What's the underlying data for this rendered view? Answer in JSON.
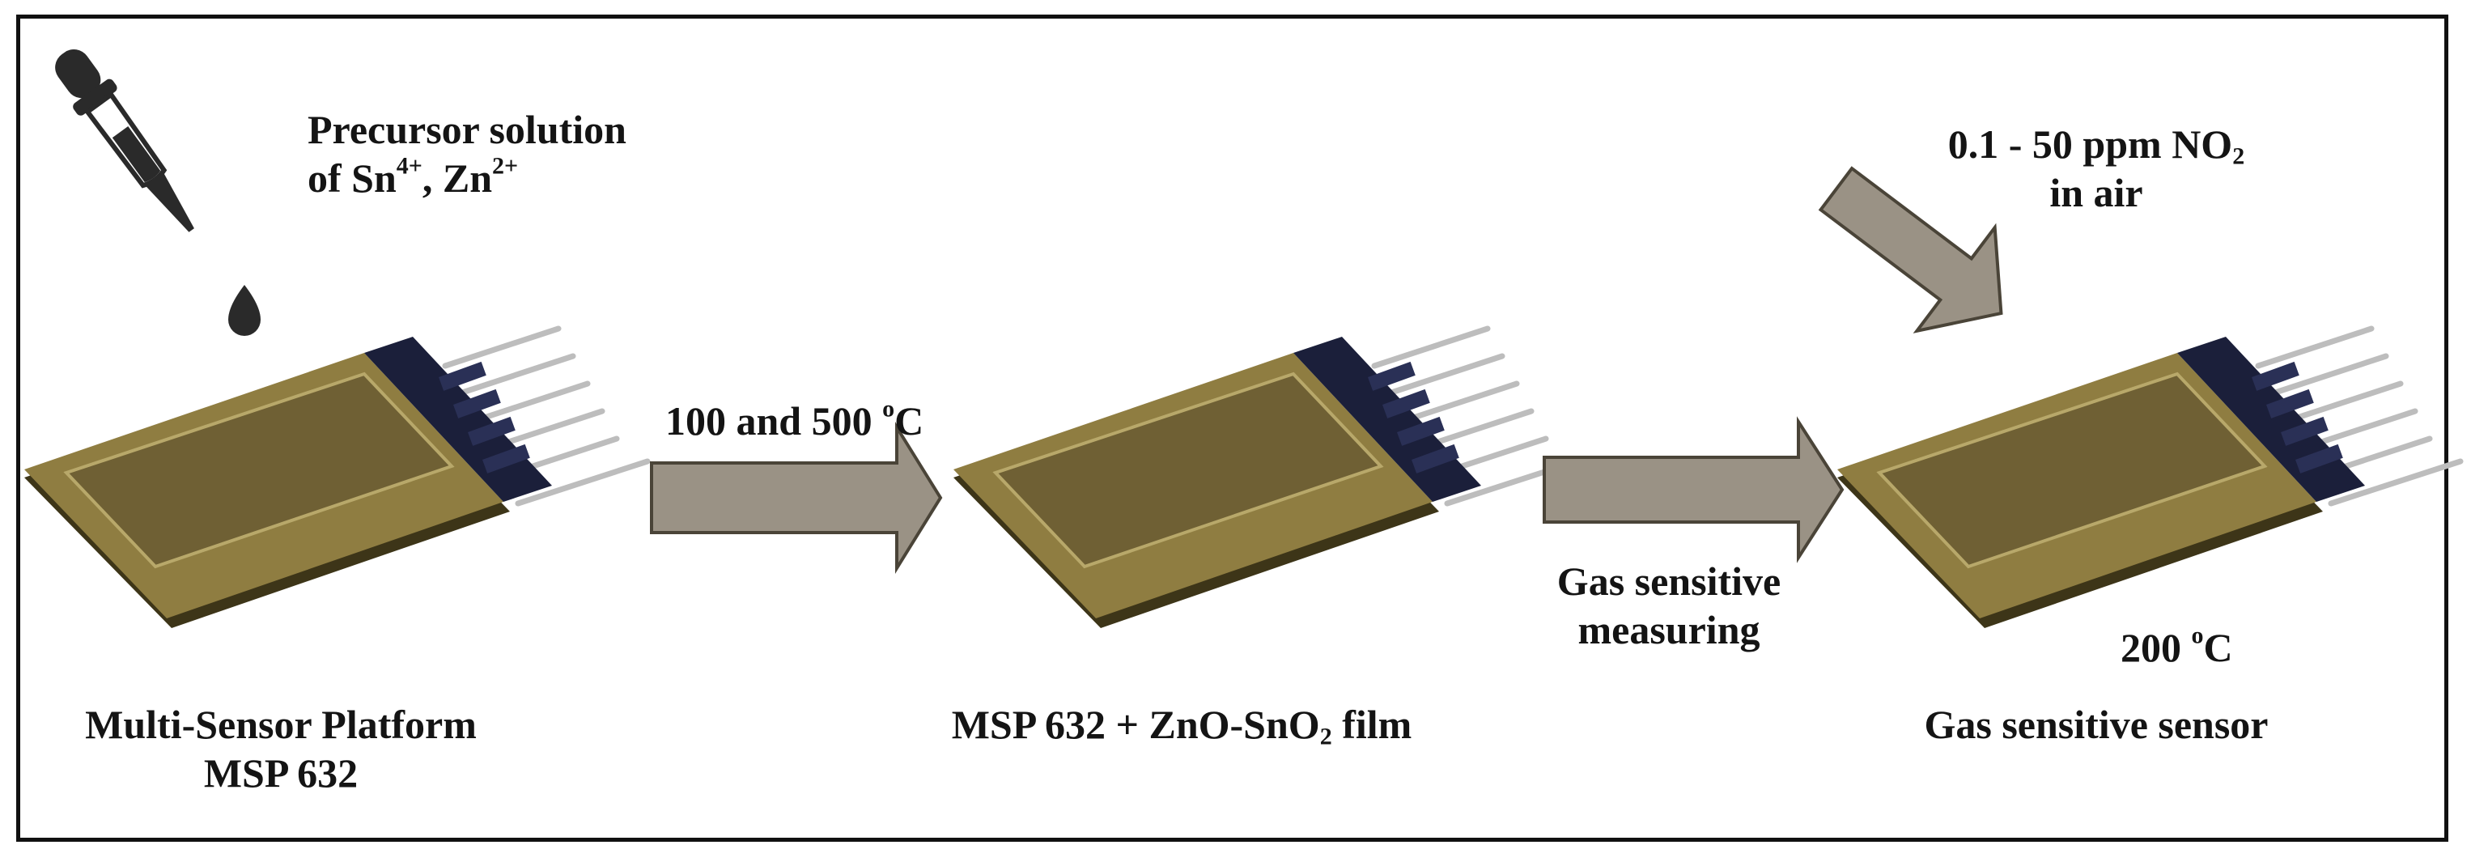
{
  "diagram": {
    "labels": {
      "precursor_line1": "Precursor solution",
      "precursor_of": "of Sn",
      "sn_charge": "4+",
      "precursor_zn": ", Zn",
      "zn_charge": "2+",
      "temp_step": "100 and 500 ",
      "temp_sup": "o",
      "temp_unit": "C",
      "gas_measure_line1": "Gas sensitive",
      "gas_measure_line2": "measuring",
      "no2_main": "0.1 - 50 ppm NO",
      "no2_sub": "2",
      "no2_line2": "in air",
      "op_temp": "200 ",
      "op_temp_sup": "o",
      "op_temp_unit": "C",
      "platform_line1": "Multi-Sensor Platform",
      "platform_line2": "MSP 632",
      "film_main": "MSP 632 + ZnO-SnO",
      "film_sub": "2",
      "film_end": " film",
      "sensor": "Gas sensitive sensor"
    },
    "colors": {
      "arrow_fill": "#9a9285",
      "arrow_stroke": "#4a4438",
      "chip_substrate": "#8c7a3f",
      "chip_film": "#7d6b38",
      "connector": "#1b1f3a",
      "pin": "#cfcfcf",
      "dropper": "#2a2a2a"
    }
  }
}
